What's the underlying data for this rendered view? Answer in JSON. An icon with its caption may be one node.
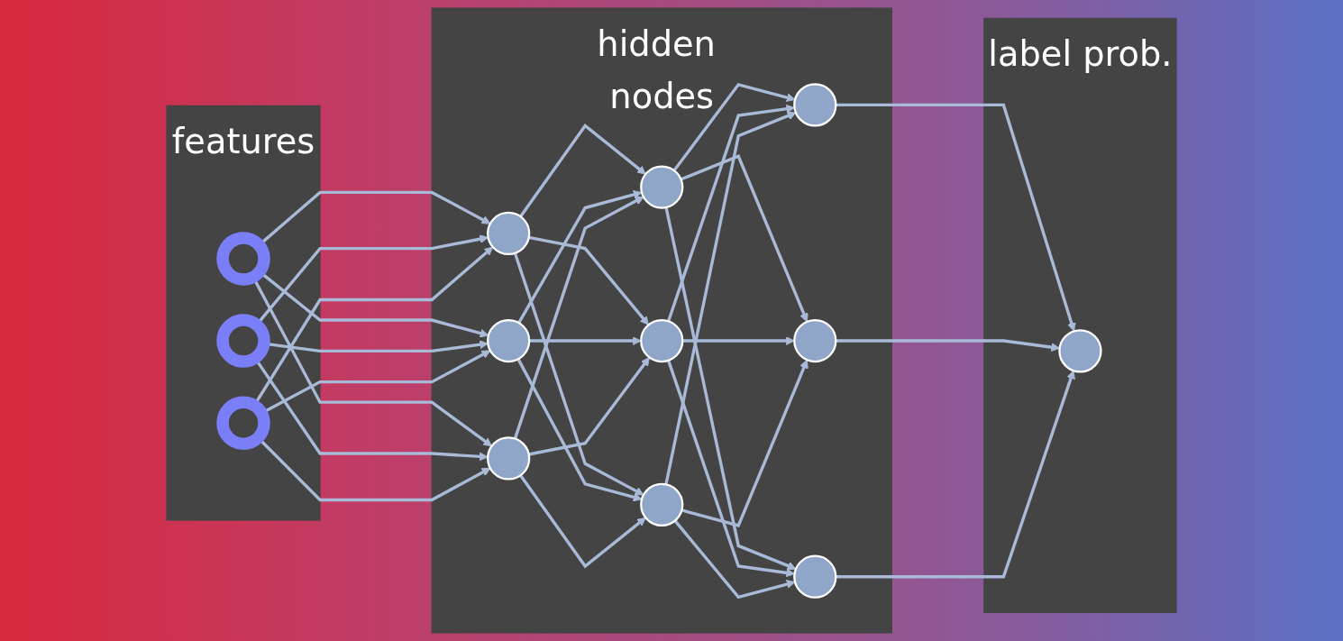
{
  "diagram": {
    "nodes": [
      {
        "text": [
          "features"
        ]
      },
      {
        "text": [],
        "shape": "circle",
        "in": 0
      },
      {
        "text": [],
        "shape": "circle",
        "in": 0
      },
      {
        "text": [],
        "shape": "circle",
        "in": 0
      },
      {
        "text": [
          "hidden nodes"
        ]
      },
      {
        "text": [],
        "shape": "circle",
        "in": 4
      },
      {
        "text": [],
        "shape": "circle",
        "in": 4
      },
      {
        "text": [],
        "shape": "circle",
        "in": 4
      },
      {
        "text": [],
        "shape": "circle",
        "in": 4
      },
      {
        "text": [],
        "shape": "circle",
        "in": 4
      },
      {
        "text": [],
        "shape": "circle",
        "in": 4
      },
      {
        "text": [],
        "shape": "circle",
        "in": 4
      },
      {
        "text": [],
        "shape": "circle",
        "in": 4
      },
      {
        "text": [],
        "shape": "circle",
        "in": 4
      },
      {
        "text": [
          "label prob."
        ]
      },
      {
        "text": [],
        "shape": "circle",
        "in": 14
      }
    ],
    "edges": [
      {
        "from": 1,
        "to": 5,
        "arrow": "to"
      },
      {
        "from": 1,
        "to": 6,
        "arrow": "to"
      },
      {
        "from": 1,
        "to": 7,
        "arrow": "to"
      },
      {
        "from": 2,
        "to": 5,
        "arrow": "to"
      },
      {
        "from": 2,
        "to": 6,
        "arrow": "to"
      },
      {
        "from": 2,
        "to": 7,
        "arrow": "to"
      },
      {
        "from": 3,
        "to": 5,
        "arrow": "to"
      },
      {
        "from": 3,
        "to": 6,
        "arrow": "to"
      },
      {
        "from": 3,
        "to": 7,
        "arrow": "to"
      },
      {
        "from": 5,
        "to": 8,
        "arrow": "to"
      },
      {
        "from": 5,
        "to": 9,
        "arrow": "to"
      },
      {
        "from": 5,
        "to": 10,
        "arrow": "to"
      },
      {
        "from": 6,
        "to": 8,
        "arrow": "to"
      },
      {
        "from": 6,
        "to": 9,
        "arrow": "to"
      },
      {
        "from": 6,
        "to": 10,
        "arrow": "to"
      },
      {
        "from": 7,
        "to": 8,
        "arrow": "to"
      },
      {
        "from": 7,
        "to": 9,
        "arrow": "to"
      },
      {
        "from": 7,
        "to": 10,
        "arrow": "to"
      },
      {
        "from": 8,
        "to": 11,
        "arrow": "to"
      },
      {
        "from": 8,
        "to": 12,
        "arrow": "to"
      },
      {
        "from": 8,
        "to": 13,
        "arrow": "to"
      },
      {
        "from": 9,
        "to": 11,
        "arrow": "to"
      },
      {
        "from": 9,
        "to": 12,
        "arrow": "to"
      },
      {
        "from": 9,
        "to": 13,
        "arrow": "to"
      },
      {
        "from": 10,
        "to": 11,
        "arrow": "to"
      },
      {
        "from": 10,
        "to": 12,
        "arrow": "to"
      },
      {
        "from": 10,
        "to": 13,
        "arrow": "to"
      },
      {
        "from": 11,
        "to": 15,
        "arrow": "to"
      },
      {
        "from": 12,
        "to": 15,
        "arrow": "to"
      },
      {
        "from": 13,
        "to": 15,
        "arrow": "to"
      }
    ]
  }
}
